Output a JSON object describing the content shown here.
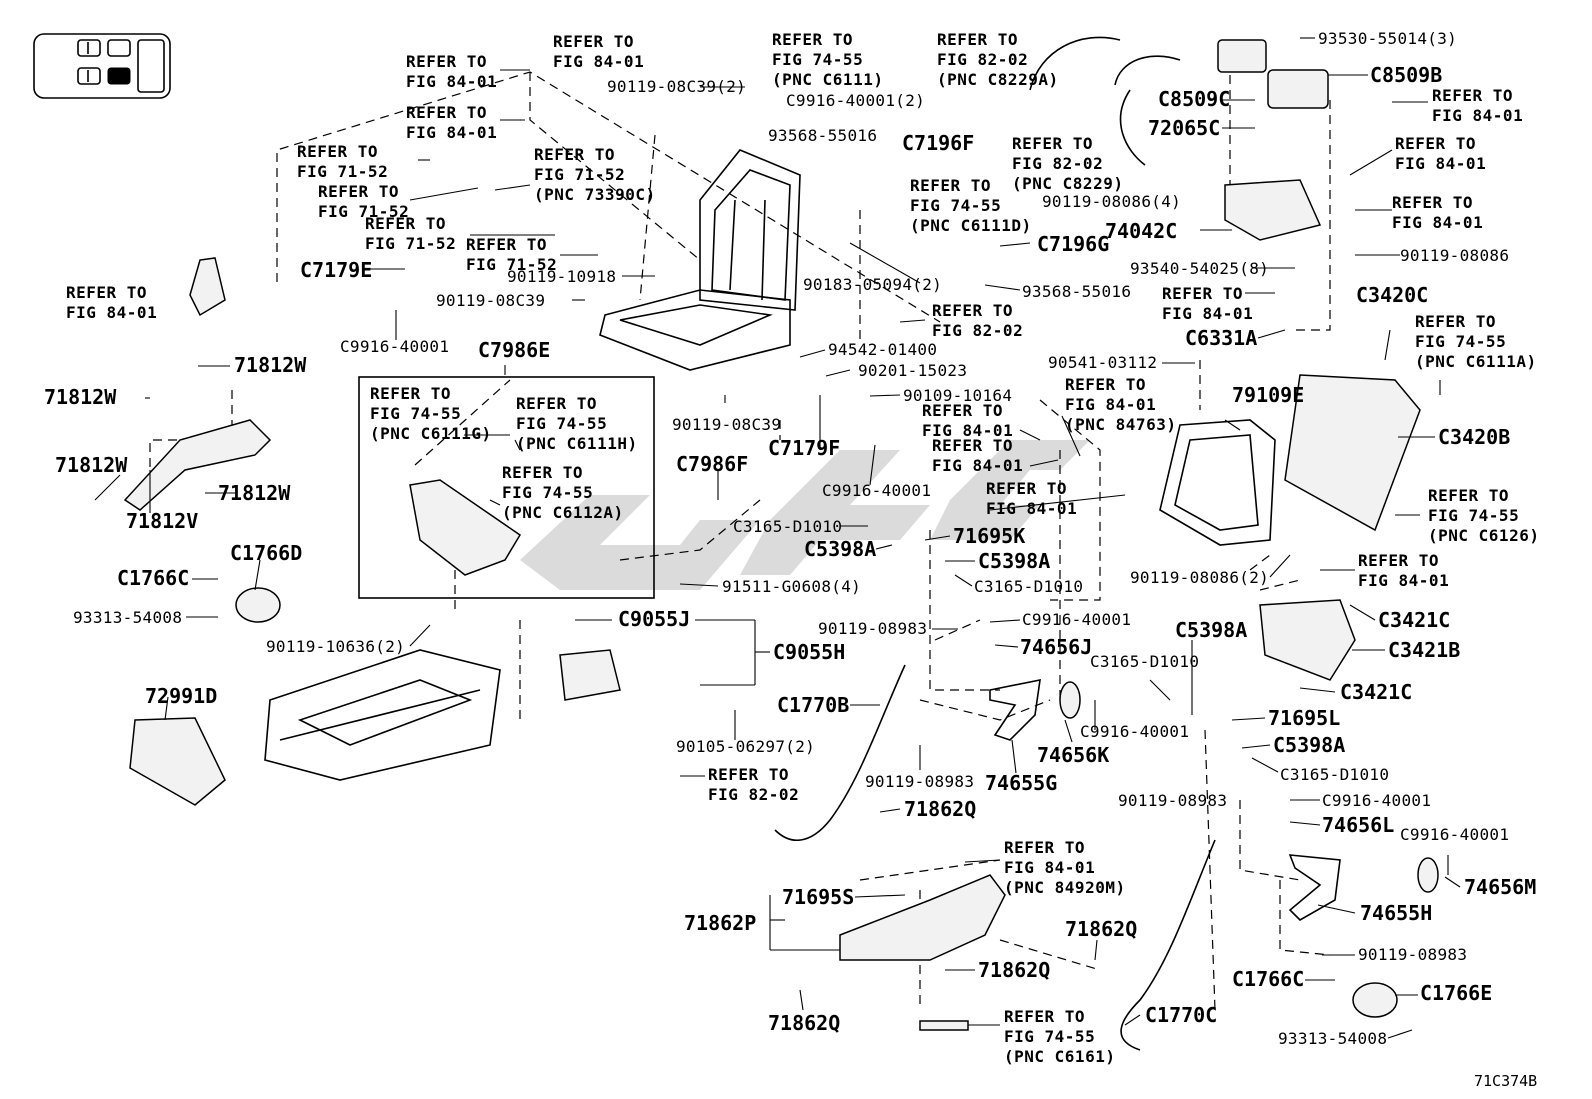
{
  "figure_number": "71C374B",
  "labels": [
    "REFER TO FIG 84-01",
    "REFER TO FIG 84-01",
    "REFER TO FIG 84-01",
    "90119-08C39(2)",
    "REFER TO FIG 74-55 (PNC C6111)",
    "C9916-40001(2)",
    "REFER TO FIG 82-02 (PNC C8229A)",
    "93530-55014(3)",
    "C8509B",
    "C8509C",
    "72065C",
    "REFER TO FIG 84-01",
    "REFER TO FIG 84-01",
    "REFER TO FIG 84-01",
    "REFER TO FIG 71-52",
    "REFER TO FIG 71-52",
    "REFER TO FIG 71-52 (PNC 73390C)",
    "REFER TO FIG 71-52",
    "REFER TO FIG 71-52",
    "93568-55016",
    "C7196F",
    "REFER TO FIG 82-02 (PNC C8229)",
    "REFER TO FIG 74-55 (PNC C6111D)",
    "90119-08086(4)",
    "74042C",
    "90119-08086",
    "C7179E",
    "90119-10918",
    "90119-08C39",
    "REFER TO FIG 84-01",
    "C9916-40001",
    "90183-05094(2)",
    "C7196G",
    "93568-55016",
    "93540-54025(8)",
    "REFER TO FIG 84-01",
    "REFER TO FIG 82-02",
    "C6331A",
    "C3420C",
    "REFER TO FIG 74-55 (PNC C6111A)",
    "94542-01400",
    "90201-15023",
    "90541-03112",
    "REFER TO FIG 84-01 (PNC 84763)",
    "90109-10164",
    "REFER TO FIG 84-01",
    "REFER TO FIG 84-01",
    "79109E",
    "C3420B",
    "C7986E",
    "71812W",
    "71812W",
    "71812W",
    "71812W",
    "71812V",
    "REFER TO FIG 74-55 (PNC C6111G)",
    "REFER TO FIG 74-55 (PNC C6111H)",
    "REFER TO FIG 74-55 (PNC C6112A)",
    "90119-08C39",
    "C7179F",
    "C7986F",
    "C9916-40001",
    "REFER TO FIG 84-01",
    "REFER TO FIG 74-55 (PNC C6126)",
    "C1766D",
    "C1766C",
    "93313-54008",
    "C3165-D1010",
    "C5398A",
    "71695K",
    "C5398A",
    "C3165-D1010",
    "91511-G0608(4)",
    "90119-08086(2)",
    "REFER TO FIG 84-01",
    "C3421C",
    "90119-10636(2)",
    "C9055J",
    "C9055H",
    "90119-08983",
    "C9916-40001",
    "74656J",
    "C5398A",
    "C3421B",
    "C3165-D1010",
    "C3421C",
    "72991D",
    "C1770B",
    "C9916-40001",
    "71695L",
    "74656K",
    "90105-06297(2)",
    "C5398A",
    "90119-08983",
    "74655G",
    "C3165-D1010",
    "REFER TO FIG 82-02",
    "90119-08983",
    "C9916-40001",
    "71862Q",
    "74656L",
    "C9916-40001",
    "REFER TO FIG 84-01 (PNC 84920M)",
    "74656M",
    "71695S",
    "74655H",
    "71862P",
    "71862Q",
    "90119-08983",
    "71862Q",
    "C1766C",
    "C1766E",
    "71862Q",
    "REFER TO FIG 74-55 (PNC C6161)",
    "C1770C",
    "93313-54008"
  ]
}
